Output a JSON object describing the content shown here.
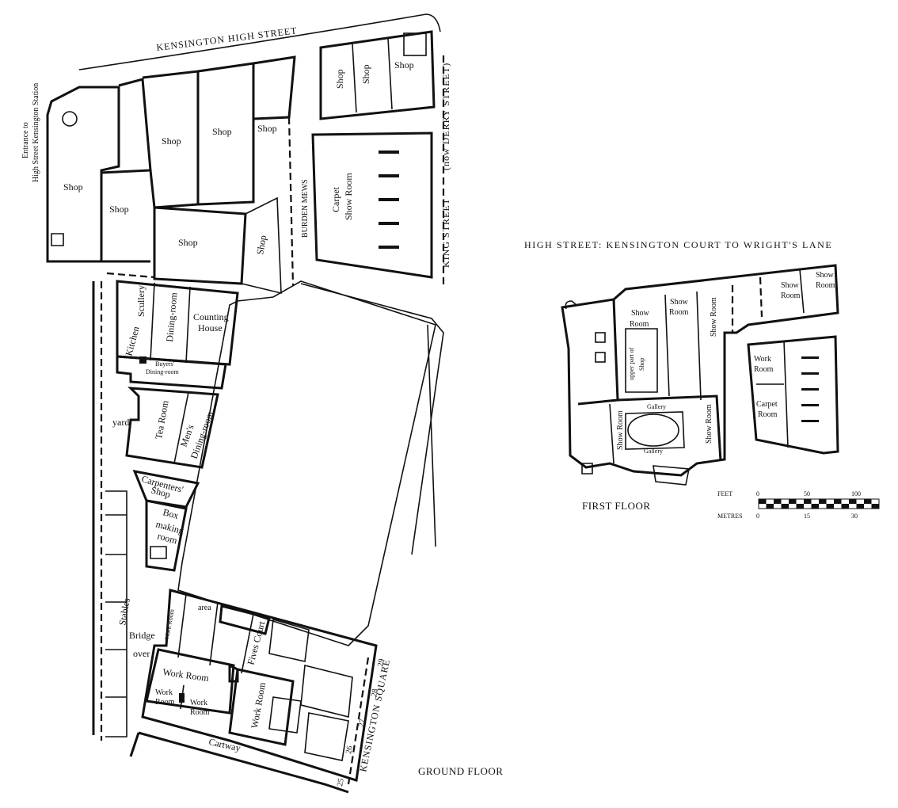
{
  "title": "HIGH STREET: KENSINGTON COURT TO WRIGHT'S LANE",
  "ground_floor": {
    "caption": "GROUND FLOOR",
    "streets": {
      "high_street": "KENSINGTON HIGH STREET",
      "station_line1": "Entrance to",
      "station_line2": "High Street Kensington Station",
      "king_street": "KING STREET",
      "derry_street": "(now DERRY STREET)",
      "burden_mews": "BURDEN MEWS",
      "kensington_square": "KENSINGTON SQUARE"
    },
    "rooms": {
      "shop": "Shop",
      "carpet_show_room_1": "Carpet",
      "carpet_show_room_2": "Show Room",
      "scullery": "Scullery",
      "kitchen": "Kitchen",
      "dining_room": "Dining-room",
      "counting_house_1": "Counting",
      "counting_house_2": "House",
      "buyers_dining_room_1": "Buyers'",
      "buyers_dining_room_2": "Dining-room",
      "tea_room": "Tea Room",
      "mens_dining_room_1": "Men's",
      "mens_dining_room_2": "Dining-room",
      "yard": "yard",
      "carpenters_shop_1": "Carpenters'",
      "carpenters_shop_2": "Shop",
      "box_making_1": "Box",
      "box_making_2": "making",
      "box_making_3": "room",
      "stables": "Stables",
      "bridge": "Bridge",
      "over": "over",
      "area": "area",
      "fives_court": "Fives Court",
      "work_room": "Work Room",
      "work_1": "Work",
      "room_1": "Room",
      "cartway": "Cartway"
    },
    "house_numbers": [
      "29",
      "28",
      "27",
      "26",
      "25"
    ]
  },
  "first_floor": {
    "caption": "FIRST FLOOR",
    "rooms": {
      "show": "Show",
      "room": "Room",
      "show_room": "Show Room",
      "upper_part_of_shop_1": "upper part of",
      "upper_part_of_shop_2": "Shop",
      "gallery": "Gallery",
      "work": "Work",
      "carpet": "Carpet"
    }
  },
  "scale_bar": {
    "feet_label": "FEET",
    "feet_ticks": [
      "0",
      "50",
      "100"
    ],
    "metres_label": "METRES",
    "metres_ticks": [
      "0",
      "15",
      "30"
    ]
  }
}
